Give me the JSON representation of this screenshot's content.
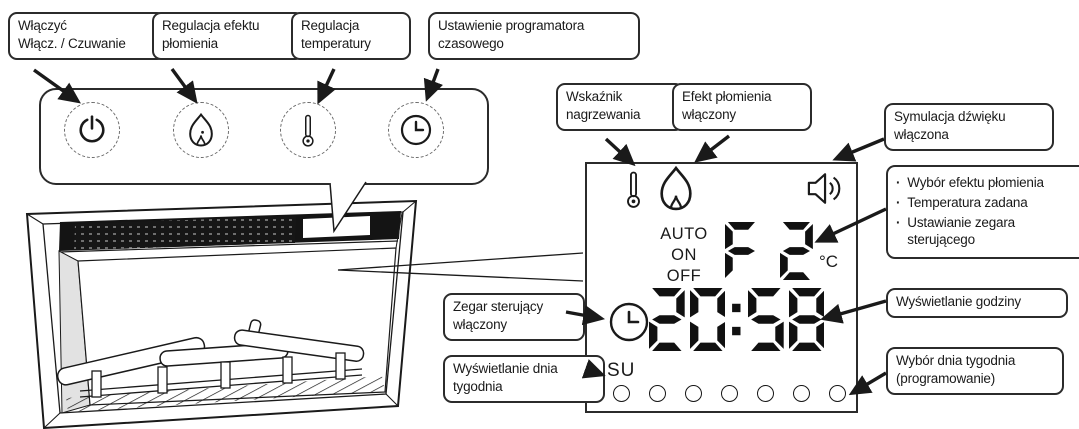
{
  "control_panel": {
    "buttons": [
      {
        "icon": "power-icon"
      },
      {
        "icon": "flame-icon"
      },
      {
        "icon": "thermometer-icon"
      },
      {
        "icon": "clock-icon"
      }
    ],
    "callouts": {
      "power": "Włączyć\nWłącz. / Czuwanie",
      "flame": "Regulacja efektu\npłomienia",
      "temperature": "Regulacja\ntemperatury",
      "timer": "Ustawienie programatora\nczasowego"
    }
  },
  "display": {
    "mode_labels": {
      "auto": "AUTO",
      "on": "ON",
      "off": "OFF"
    },
    "value": "F 2",
    "unit": "°C",
    "time": "20:58",
    "day": "SU",
    "day_slot_count": 7,
    "icons": [
      "thermometer-icon",
      "flame-icon",
      "speaker-icon",
      "clock-icon"
    ],
    "callouts": {
      "heat_indicator": "Wskaźnik\nnagrzewania",
      "flame_on": "Efekt płomienia\nwłączony",
      "sound_on": "Symulacja dźwięku\nwłączona",
      "value_list": [
        "Wybór efektu płomienia",
        "Temperatura zadana",
        "Ustawianie zegara sterującego"
      ],
      "time_display": "Wyświetlanie godziny",
      "day_select": "Wybór dnia tygodnia\n(programowanie)",
      "timer_active": "Zegar sterujący\nwłączony",
      "day_display": "Wyświetlanie dnia\ntygodnia"
    }
  },
  "colors": {
    "ink": "#1a1a1a",
    "lcd_segment": "#111111",
    "grille": "#141414"
  }
}
